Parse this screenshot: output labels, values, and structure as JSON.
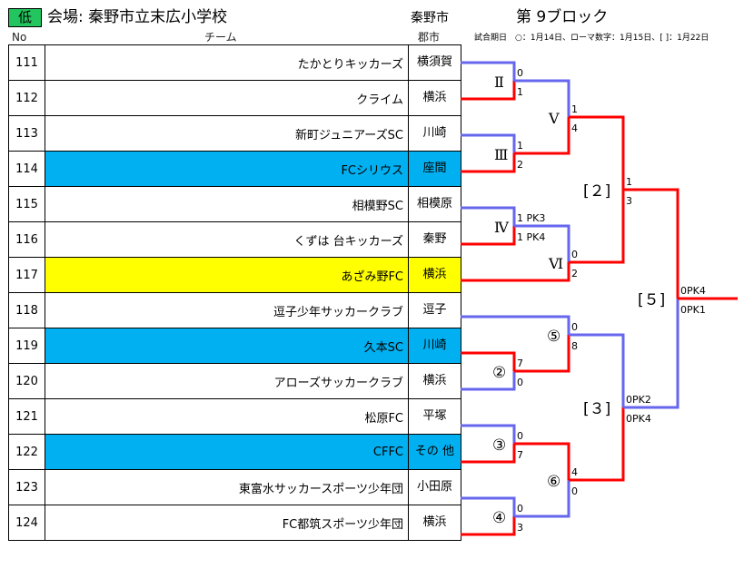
{
  "header": {
    "category": "低",
    "venue": "会場: 秦野市立末広小学校",
    "city": "秦野市",
    "block": "第 9ブロック",
    "col_no": "No",
    "col_team": "チーム",
    "col_city": "郡市",
    "note": "試合期日　○：1月14日、ローマ数字：1月15日、[ ]：1月22日"
  },
  "teams": [
    {
      "no": "111",
      "name": "たかとりキッカーズ",
      "city": "横須賀",
      "highlight": ""
    },
    {
      "no": "112",
      "name": "クライム",
      "city": "横浜",
      "highlight": ""
    },
    {
      "no": "113",
      "name": "新町ジュニアーズSC",
      "city": "川崎",
      "highlight": ""
    },
    {
      "no": "114",
      "name": "FCシリウス",
      "city": "座間",
      "highlight": "blue"
    },
    {
      "no": "115",
      "name": "相模野SC",
      "city": "相模原",
      "highlight": ""
    },
    {
      "no": "116",
      "name": "くずは 台キッカーズ",
      "city": "秦野",
      "highlight": ""
    },
    {
      "no": "117",
      "name": "あざみ野FC",
      "city": "横浜",
      "highlight": "yellow"
    },
    {
      "no": "118",
      "name": "逗子少年サッカークラブ",
      "city": "逗子",
      "highlight": ""
    },
    {
      "no": "119",
      "name": "久本SC",
      "city": "川崎",
      "highlight": "blue"
    },
    {
      "no": "120",
      "name": "アローズサッカークラブ",
      "city": "横浜",
      "highlight": ""
    },
    {
      "no": "121",
      "name": "松原FC",
      "city": "平塚",
      "highlight": ""
    },
    {
      "no": "122",
      "name": "CFFC",
      "city": "その 他",
      "highlight": "blue"
    },
    {
      "no": "123",
      "name": "東富水サッカースポーツ少年団",
      "city": "小田原",
      "highlight": ""
    },
    {
      "no": "124",
      "name": "FC都筑スポーツ少年団",
      "city": "横浜",
      "highlight": ""
    }
  ],
  "bracket": {
    "colors": {
      "winner": "#ff0000",
      "loser": "#6666ee"
    },
    "rounds": {
      "II": "Ⅱ",
      "III": "Ⅲ",
      "IV": "Ⅳ",
      "V": "Ⅴ",
      "VI": "Ⅵ",
      "c2": "②",
      "c3": "③",
      "c4": "④",
      "c5": "⑤",
      "c6": "⑥",
      "b2": "[２]",
      "b3": "[３]",
      "b5": "[５]"
    },
    "scores": {
      "II_a": "0",
      "II_b": "1",
      "III_a": "1",
      "III_b": "2",
      "IV_a": "1 PK3",
      "IV_b": "1 PK4",
      "V_a": "1",
      "V_b": "4",
      "VI_a": "0",
      "VI_b": "2",
      "c2_a": "7",
      "c2_b": "0",
      "c3_a": "0",
      "c3_b": "7",
      "c4_a": "0",
      "c4_b": "3",
      "c5_a": "0",
      "c5_b": "8",
      "c6_a": "4",
      "c6_b": "0",
      "b2_a": "1",
      "b2_b": "3",
      "b3_a": "0PK2",
      "b3_b": "0PK4",
      "b5_a": "0PK4",
      "b5_b": "0PK1"
    }
  }
}
